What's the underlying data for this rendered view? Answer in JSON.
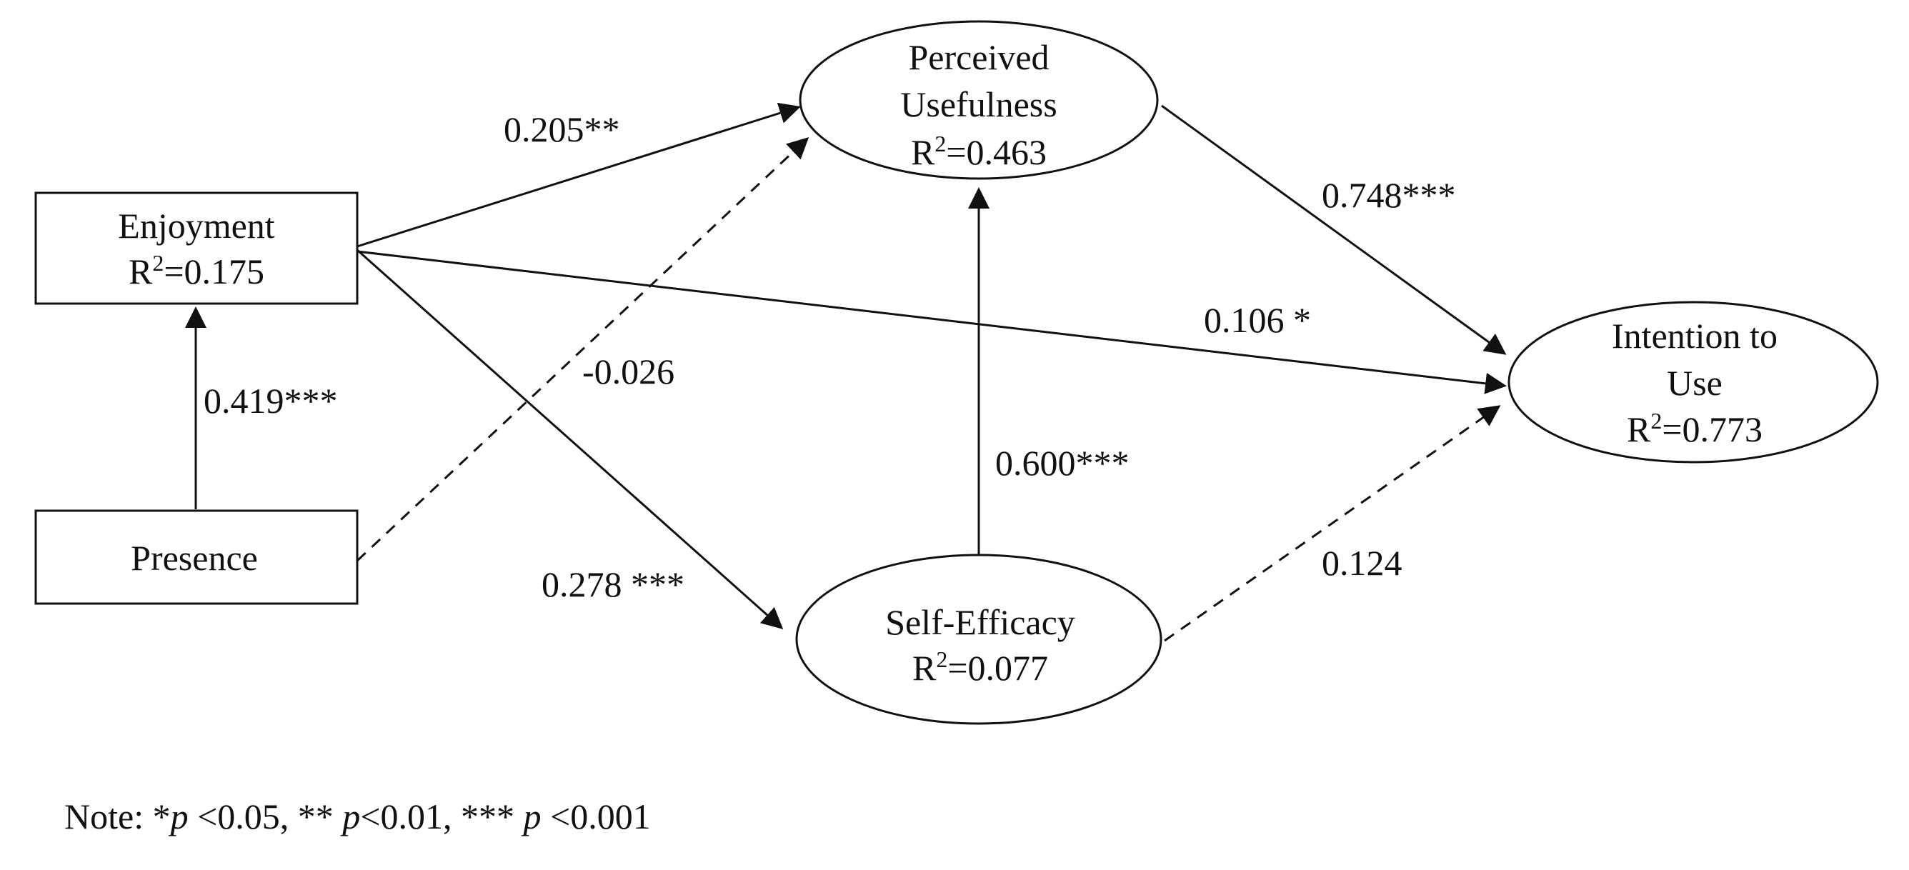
{
  "nodes": {
    "perceived_usefulness": {
      "lines": [
        "Perceived",
        "Usefulness"
      ],
      "r_label": "R",
      "r_sup": "2",
      "r_value": "=0.463"
    },
    "enjoyment": {
      "lines": [
        "Enjoyment"
      ],
      "r_label": "R",
      "r_sup": "2",
      "r_value": "=0.175"
    },
    "presence": {
      "lines": [
        "Presence"
      ]
    },
    "intention_to_use": {
      "lines": [
        "Intention to",
        "Use"
      ],
      "r_label": "R",
      "r_sup": "2",
      "r_value": "=0.773"
    },
    "self_efficacy": {
      "lines": [
        "Self-Efficacy"
      ],
      "r_label": "R",
      "r_sup": "2",
      "r_value": "=0.077"
    }
  },
  "edges": {
    "enjoyment_to_pu": {
      "label": "0.205**",
      "style": "solid"
    },
    "presence_to_pu": {
      "label": "-0.026",
      "style": "dashed"
    },
    "enjoyment_to_intention": {
      "label": "0.106 *",
      "style": "solid"
    },
    "pu_to_intention": {
      "label": "0.748***",
      "style": "solid"
    },
    "presence_to_enjoyment": {
      "label": "0.419***",
      "style": "solid"
    },
    "enjoyment_to_self_efficacy": {
      "label": "0.278 ***",
      "style": "solid"
    },
    "self_efficacy_to_pu": {
      "label": "0.600***",
      "style": "solid"
    },
    "self_efficacy_to_intention": {
      "label": "0.124",
      "style": "dashed"
    }
  },
  "note": {
    "prefix": "Note: *",
    "p1": "p",
    "part1": " <0.05, ** ",
    "p2": "p",
    "part2": "<0.01, *** ",
    "p3": "p",
    "part3": " <0.001"
  }
}
